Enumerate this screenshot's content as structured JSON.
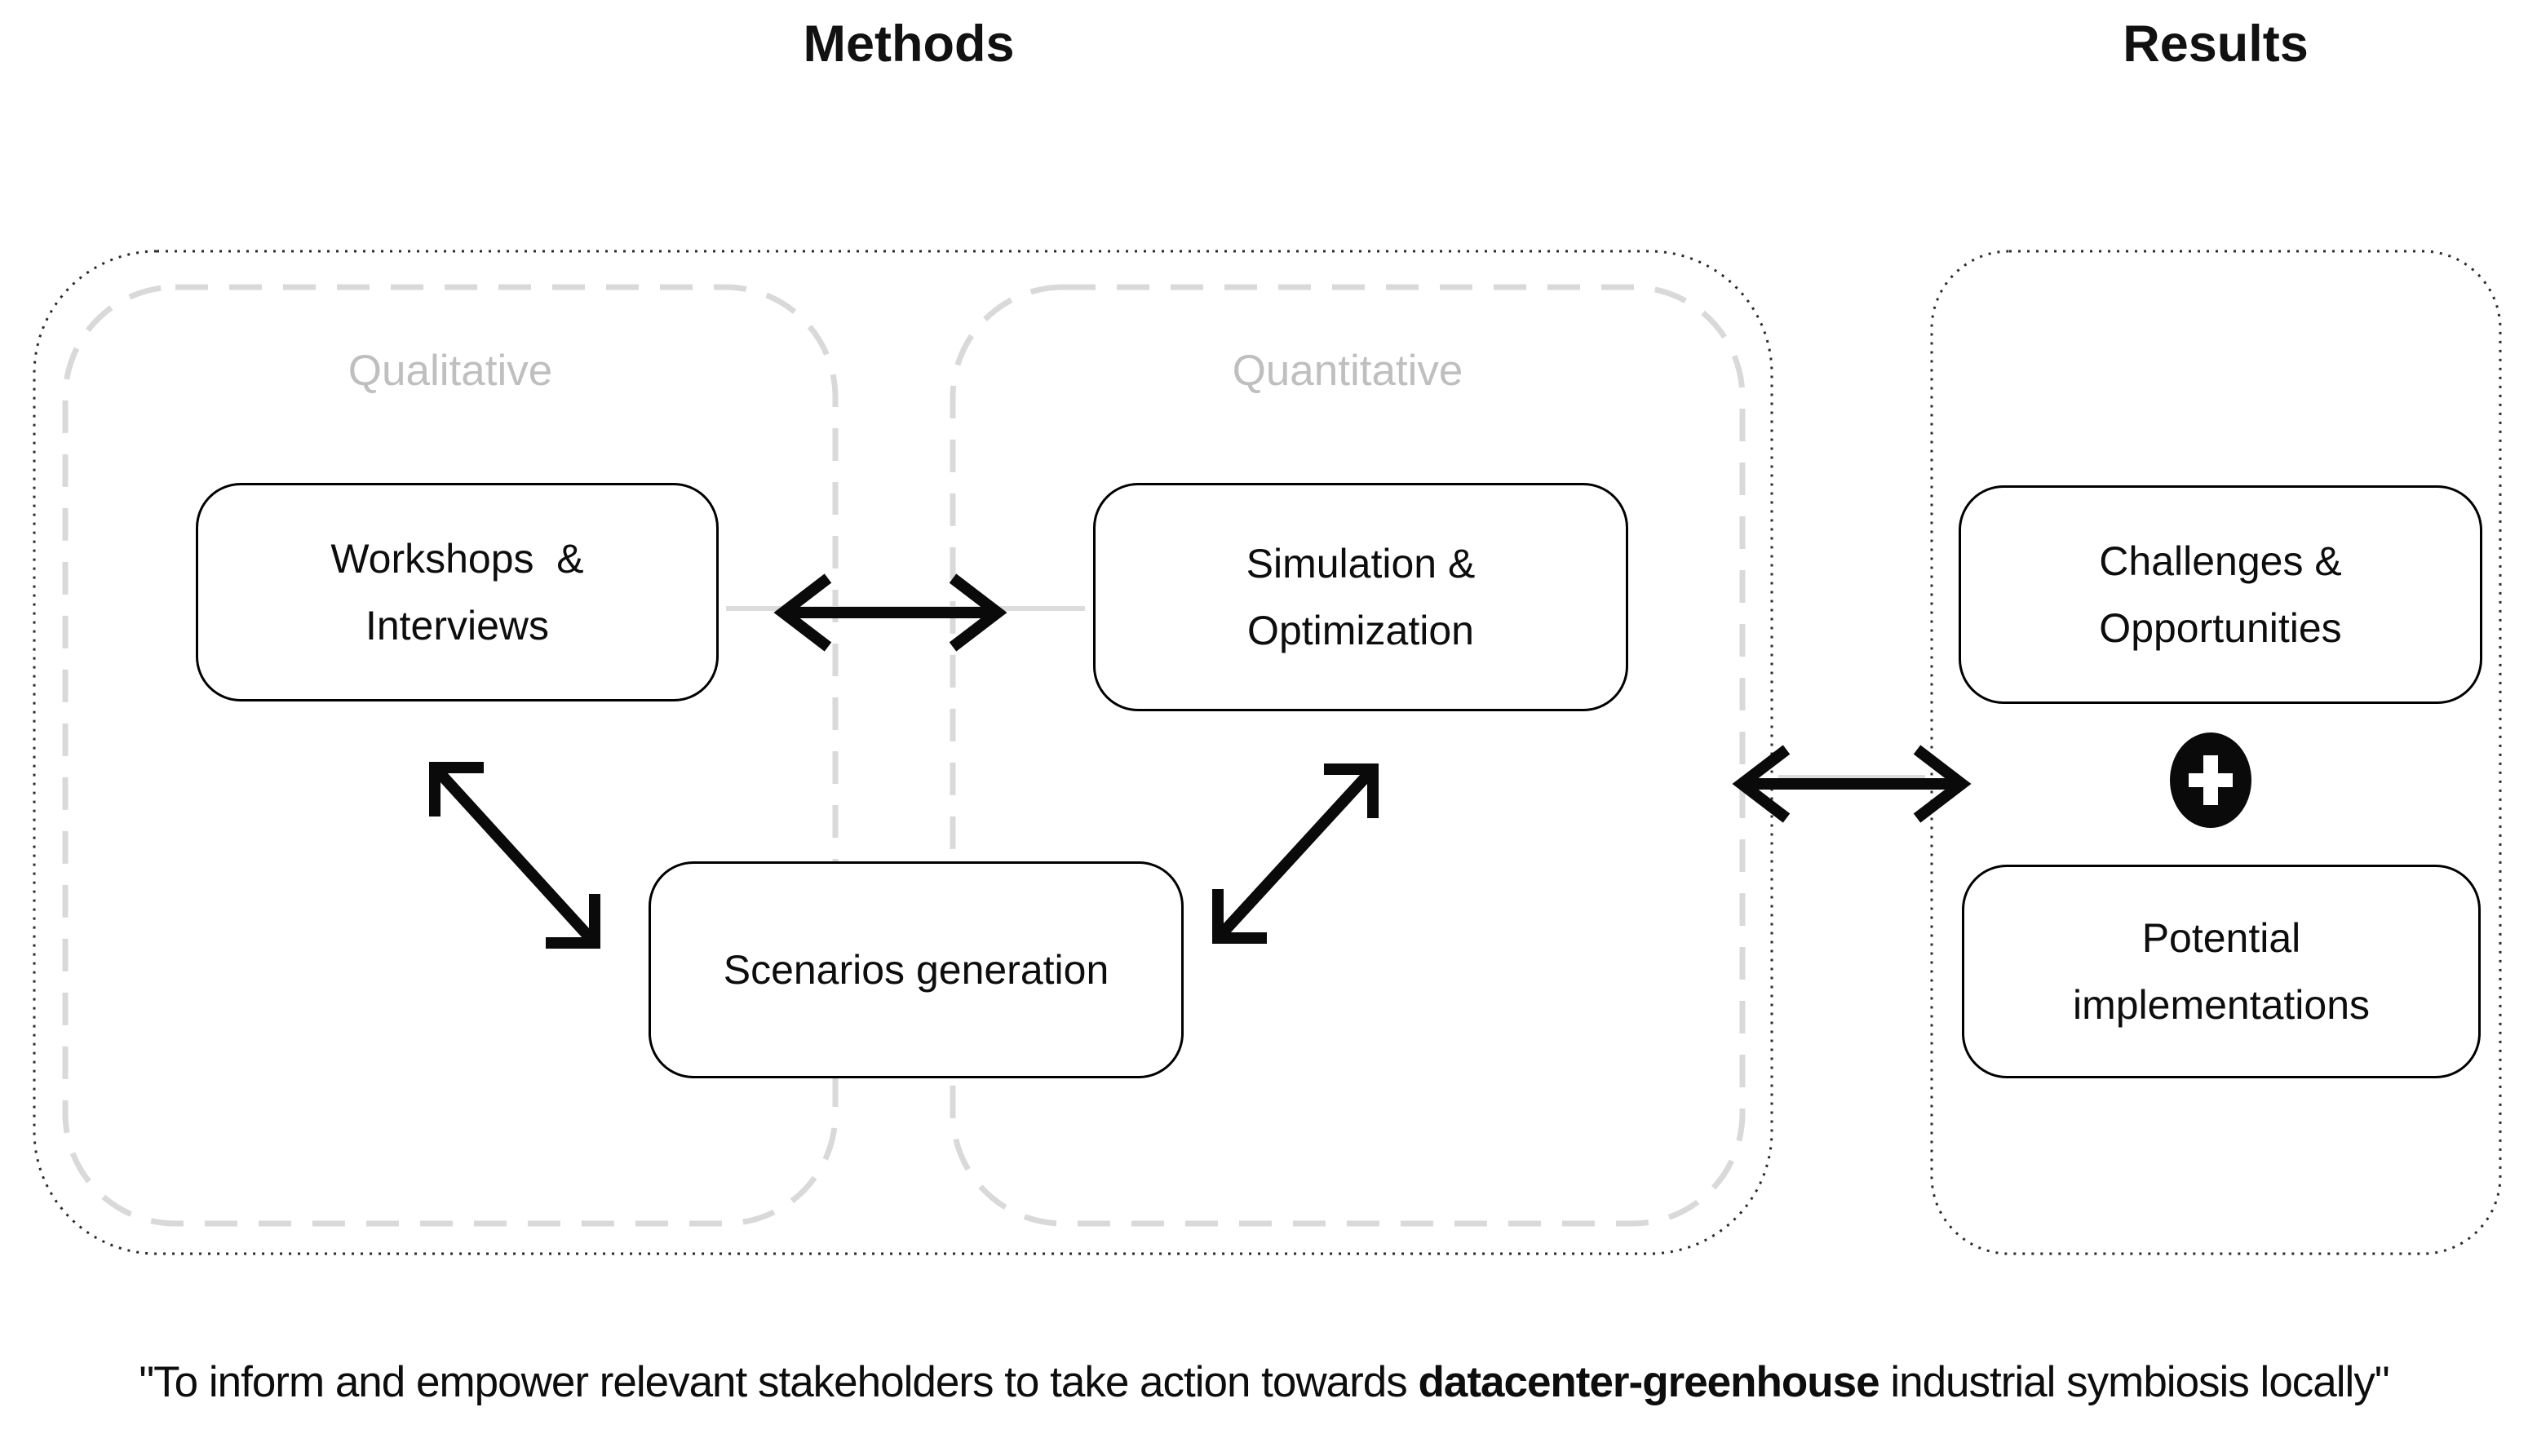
{
  "titles": {
    "methods": "Methods",
    "results": "Results"
  },
  "sections": {
    "qualitative_label": "Qualitative",
    "quantitative_label": "Quantitative"
  },
  "boxes": {
    "workshops": {
      "line1": "Workshops  &",
      "line2": "Interviews"
    },
    "simulation": {
      "line1": "Simulation &",
      "line2": "Optimization"
    },
    "scenarios": {
      "line1": "Scenarios generation"
    },
    "challenges": {
      "line1": "Challenges &",
      "line2": "Opportunities"
    },
    "potential": {
      "line1": "Potential",
      "line2": "implementations"
    }
  },
  "icons": {
    "plus": "plus-in-circle"
  },
  "quote": {
    "prefix": "\"To inform and empower relevant stakeholders to take action towards ",
    "bold": "datacenter-greenhouse",
    "suffix": " industrial symbiosis locally\""
  },
  "colors": {
    "ink": "#0d0d0d",
    "dotted_border": "#2b2b2b",
    "dashed_gray": "#d9d9d9",
    "label_gray": "#bfbfbf",
    "box_border": "#000000",
    "background": "#ffffff"
  }
}
